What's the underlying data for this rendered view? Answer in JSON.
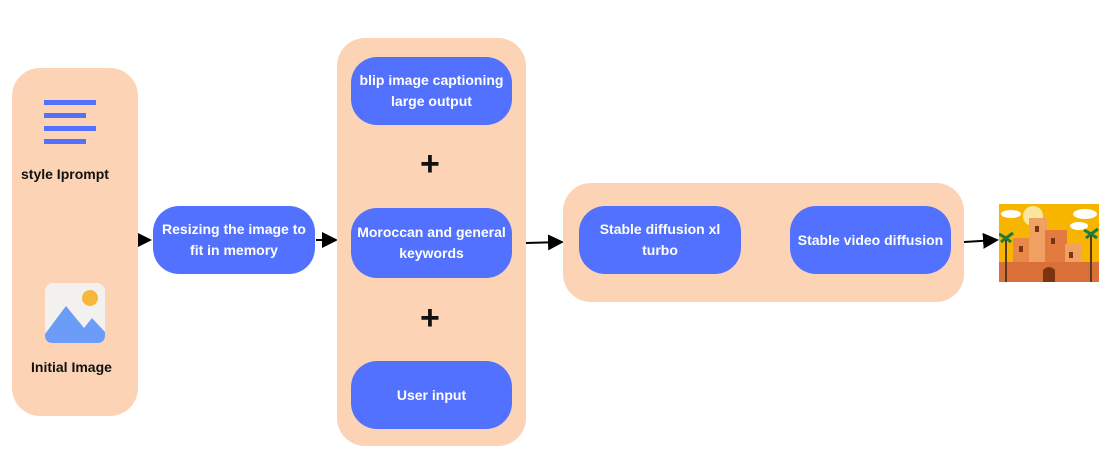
{
  "input_panel": {
    "prompt_label": "style Iprompt",
    "image_label": "Initial Image"
  },
  "resize_step": {
    "label": "Resizing the image to fit in memory"
  },
  "prompt_panel": {
    "blip_label": "blip image captioning large output",
    "keywords_label": "Moroccan and general keywords",
    "user_input_label": "User input",
    "plus_symbol": "+"
  },
  "model_panel": {
    "sdxl_label": "Stable diffusion xl turbo",
    "svd_label": "Stable video diffusion"
  },
  "icons": {
    "prompt": "text-lines-icon",
    "image": "image-placeholder-icon",
    "output": "moroccan-kasbah-illustration"
  },
  "colors": {
    "panel": "#fdd3b5",
    "node": "#5271ff",
    "node_text": "#ffffff",
    "arrow": "#000000"
  }
}
